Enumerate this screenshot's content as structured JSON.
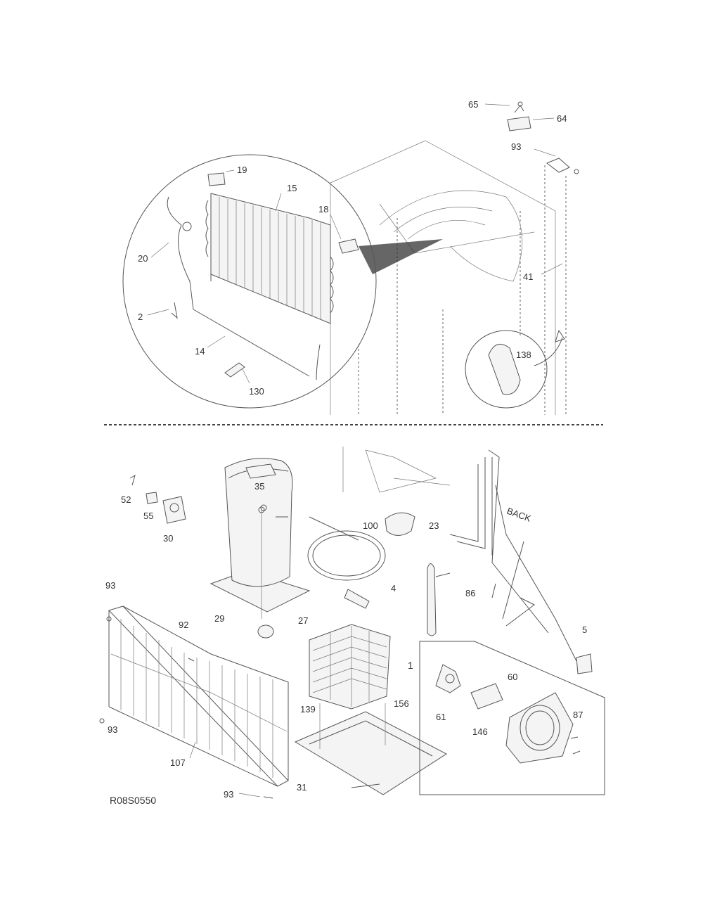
{
  "diagram_id": "R08S0550",
  "colors": {
    "line": "#555555",
    "text": "#333333",
    "background": "#ffffff"
  },
  "upper_callouts": {
    "c65": "65",
    "c64": "64",
    "c93": "93",
    "c19": "19",
    "c15": "15",
    "c18": "18",
    "c20": "20",
    "c41": "41",
    "c2": "2",
    "c14": "14",
    "c138": "138",
    "c130": "130"
  },
  "lower_callouts": {
    "c52": "52",
    "c35": "35",
    "c55": "55",
    "c30": "30",
    "c100": "100",
    "c23": "23",
    "back": "BACK",
    "c93a": "93",
    "c92": "92",
    "c29": "29",
    "c27": "27",
    "c4": "4",
    "c86": "86",
    "c5": "5",
    "c1": "1",
    "c60": "60",
    "c61": "61",
    "c139": "139",
    "c156": "156",
    "c146": "146",
    "c87": "87",
    "c93b": "93",
    "c107": "107",
    "c31": "31",
    "c93c": "93"
  }
}
